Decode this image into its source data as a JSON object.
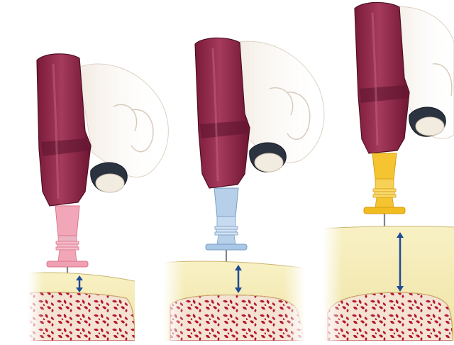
{
  "figure": {
    "panels": [
      {
        "id": "panel-short",
        "needle_hub_color": "#f2a7b8",
        "needle_hub_edge": "#d9748b",
        "needle_set_name": "pink-15mm-needle-set"
      },
      {
        "id": "panel-medium",
        "needle_hub_color": "#b6d0ea",
        "needle_hub_edge": "#7b9dc2",
        "needle_set_name": "blue-25mm-needle-set"
      },
      {
        "id": "panel-long",
        "needle_hub_color": "#f5c531",
        "needle_hub_edge": "#d79e12",
        "needle_set_name": "yellow-45mm-needle-set"
      }
    ],
    "colors": {
      "driver_body": "#8e2545",
      "driver_dark": "#5e1530",
      "driver_light": "#b7506d",
      "hand_skin": "#f0e8dd",
      "soft_tissue": "#f6eeb7",
      "bone_cortex": "#f8e8d6",
      "bone_marrow": "#b3172a",
      "depth_arrow": "#1f4b96",
      "needle": "#7e8590"
    },
    "icons": [
      "io-driver-icon",
      "hand-icon",
      "needle-hub-icon",
      "depth-arrow-icon",
      "bone-cross-section-icon"
    ]
  }
}
